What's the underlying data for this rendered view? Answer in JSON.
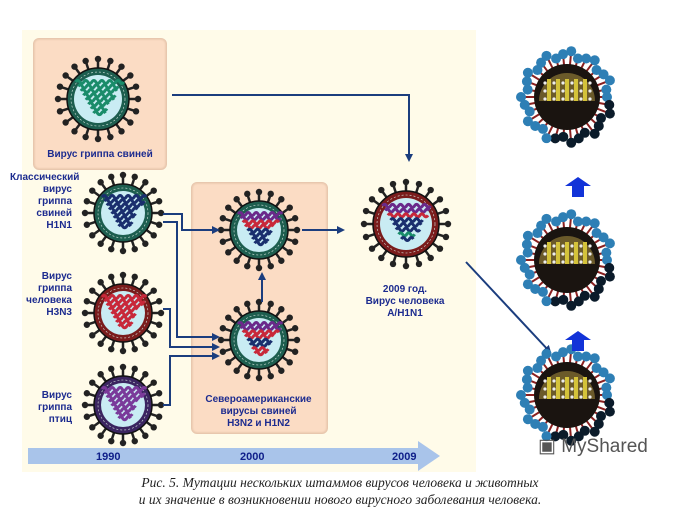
{
  "diagram": {
    "boxes": {
      "swine_box_label": "Вирус гриппа свиней",
      "na_swine_box_label": [
        "Североамериканские",
        "вирусы свиней",
        "H3N2 и H1N2"
      ]
    },
    "viruses": [
      {
        "id": "swine",
        "label": [
          "Вирус гриппа свиней"
        ],
        "ring_color": "#1d5e4f",
        "core_colors": [
          "#1a8c6a"
        ]
      },
      {
        "id": "classic-swine-h1n1",
        "label": [
          "Классический",
          "вирус",
          "гриппа",
          "свиней",
          "H1N1"
        ],
        "ring_color": "#1d5e4f",
        "core_colors": [
          "#1a2f6e"
        ]
      },
      {
        "id": "human-h3n3",
        "label": [
          "Вирус",
          "гриппа",
          "человека",
          "H3N3"
        ],
        "ring_color": "#7a1c1c",
        "core_colors": [
          "#c8283a"
        ]
      },
      {
        "id": "avian",
        "label": [
          "Вирус",
          "гриппа",
          "птиц"
        ],
        "ring_color": "#3b2560",
        "core_colors": [
          "#7a3a9a"
        ]
      },
      {
        "id": "na-swine-top",
        "label": [],
        "ring_color": "#1d5e4f",
        "core_colors": [
          "#6a2a8a",
          "#c8283a",
          "#1a2f6e",
          "#1a2f6e"
        ]
      },
      {
        "id": "na-swine-bottom",
        "label": [],
        "ring_color": "#1d5e4f",
        "core_colors": [
          "#6a2a8a",
          "#c8283a",
          "#1a2f6e",
          "#c8283a"
        ]
      },
      {
        "id": "human-2009-h1n1",
        "label": [
          "2009 год.",
          "Вирус человека",
          "A/H1N1"
        ],
        "ring_color": "#7a1c1c",
        "core_colors": [
          "#6a2a8a",
          "#c8283a",
          "#1a2f6e",
          "#1a2f6e",
          "#1a8c6a",
          "#1a2f6e"
        ]
      }
    ],
    "timeline": {
      "years": [
        "1990",
        "2000",
        "2009"
      ],
      "color": "#a9c4ea",
      "text_color": "#10208a"
    },
    "arrow_color": "#1b3d7e",
    "right_arrow_color": "#1233d8"
  },
  "caption": {
    "line1": "Рис. 5. Мутации нескольких штаммов вирусов человека и животных",
    "line2": "и их значение в возникновении нового вирусного заболевания человека."
  },
  "watermark": "MyShared"
}
